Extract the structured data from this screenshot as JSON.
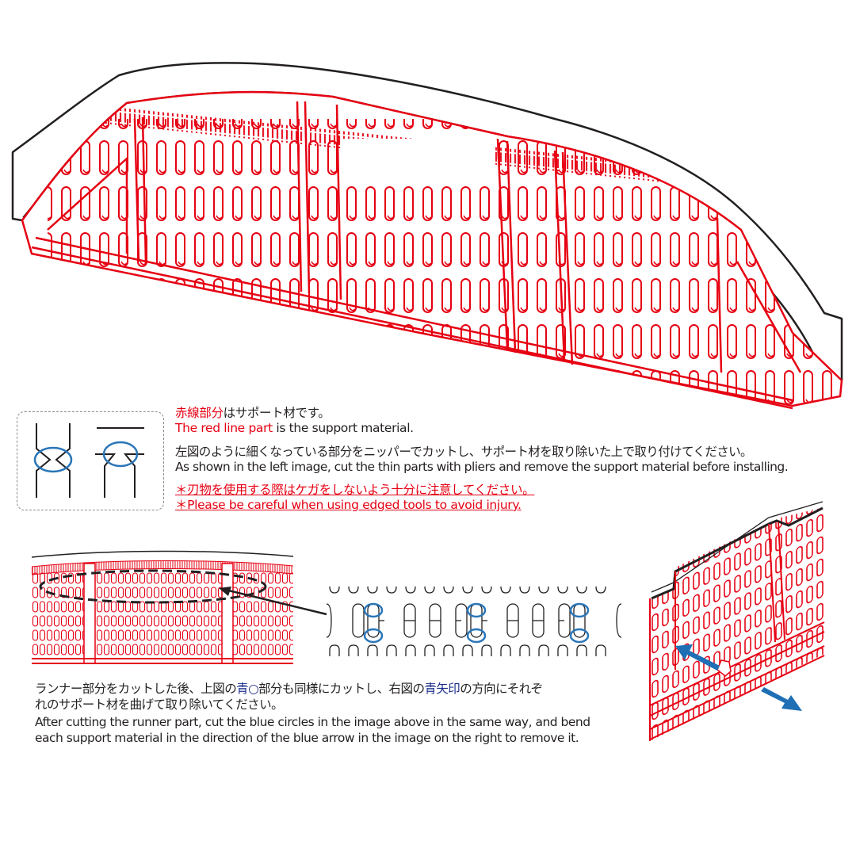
{
  "colors": {
    "support_red": "#e60012",
    "outline_black": "#231f20",
    "circle_blue": "#2a76b8",
    "arrow_blue": "#1f6fb5",
    "text_blue": "#1d2e8c"
  },
  "main_illustration": {
    "label": "Full part view with red support material",
    "icon": "part-with-support-illustration"
  },
  "note_block": {
    "line1": {
      "red": "赤線部分",
      "rest": "はサポート材です。"
    },
    "line2": {
      "red": "The red line part",
      "rest": " is the support material."
    },
    "line3": "左図のように細くなっている部分をニッパーでカットし、サポート材を取り除いた上で取り付けてください。",
    "line4": "As shown in the left image, cut the thin parts with pliers and remove the support material before installing.",
    "warning_jp": "＊刃物を使用する際はケガをしないよう十分に注意してください。",
    "warning_en": "＊Please be careful when using edged tools to avoid injury."
  },
  "cut_detail_box": {
    "icon_left": "thin-joint-cut-icon",
    "icon_right": "t-joint-cut-icon"
  },
  "runner_section": {
    "left_image": "runner-closeup-illustration",
    "middle_image": "blue-circle-cut-points-illustration",
    "right_image": "bend-direction-arrows-illustration",
    "blue_circle_count": 6
  },
  "runner_text": {
    "jp_line1": {
      "a": "ランナー部分をカットした後、上図の",
      "blue1": "青○",
      "b": "部分も同様にカットし、右図の",
      "blue2": "青矢印",
      "c": "の方向にそれぞ"
    },
    "jp_line2": "れのサポート材を曲げて取り除いてください。",
    "en_line1": "After cutting the runner part, cut the blue circles in the image above in the same way, and bend",
    "en_line2": "each support material in the direction of the blue arrow in the image on the right to remove it."
  }
}
